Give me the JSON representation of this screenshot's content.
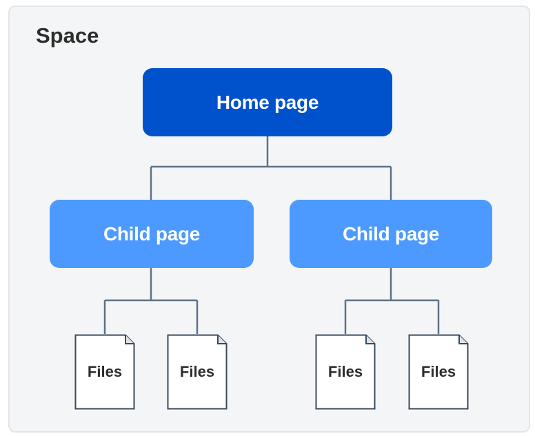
{
  "space": {
    "title": "Space"
  },
  "home": {
    "label": "Home page",
    "color": "#0052cc"
  },
  "children": [
    {
      "label": "Child page",
      "color": "#4c9aff"
    },
    {
      "label": "Child page",
      "color": "#4c9aff"
    }
  ],
  "files": [
    {
      "label": "Files"
    },
    {
      "label": "Files"
    },
    {
      "label": "Files"
    },
    {
      "label": "Files"
    }
  ],
  "colors": {
    "connector": "#5e7186",
    "panel_background": "#f4f5f7",
    "file_fill": "#ffffff",
    "file_stroke": "#3a4a5c"
  }
}
